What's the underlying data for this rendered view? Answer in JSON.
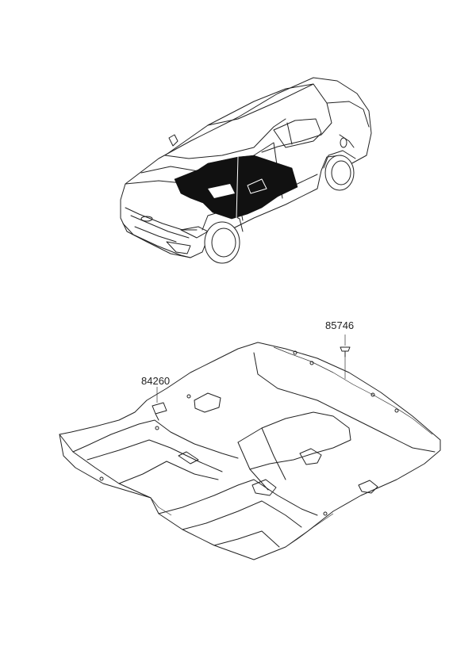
{
  "parts": [
    {
      "id": "part-85746",
      "number": "85746"
    },
    {
      "id": "part-84260",
      "number": "84260"
    }
  ],
  "colors": {
    "line": "#222222",
    "background": "#ffffff",
    "highlight_fill": "#111111"
  }
}
